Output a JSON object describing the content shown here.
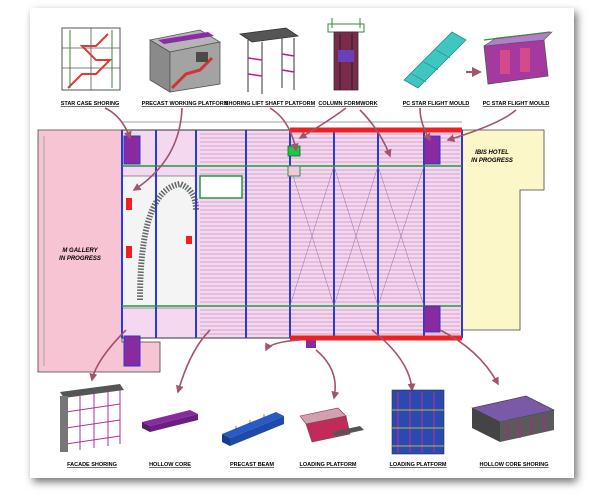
{
  "top_items": [
    {
      "label": "STAR CASE SHORING"
    },
    {
      "label": "PRECAST WORKING PLATFORM"
    },
    {
      "label": "SHORING LIFT SHAFT PLATFORM"
    },
    {
      "label": "COLUMN FORMWORK"
    },
    {
      "label": "PC STAR FLIGHT MOULD"
    },
    {
      "label": "PC STAR FLIGHT MOULD"
    }
  ],
  "bottom_items": [
    {
      "label": "FACADE SHORING"
    },
    {
      "label": "HOLLOW CORE"
    },
    {
      "label": "PRECAST BEAM"
    },
    {
      "label": "LOADING PLATFORM"
    },
    {
      "label": "LOADING PLATFORM"
    },
    {
      "label": "HOLLOW CORE SHORING"
    }
  ],
  "regions": {
    "left": {
      "line1": "M GALLERY",
      "line2": "IN PROGRESS"
    },
    "right": {
      "line1": "IBIS HOTEL",
      "line2": "IN PROGRESS"
    }
  },
  "colors": {
    "magenta": "#c2188f",
    "blue": "#2a3bd0",
    "red": "#ee2020",
    "green": "#1f9a3a",
    "pink_zone": "#f6c4d2",
    "yellow_zone": "#fbf7c8",
    "arrow": "#a3536a"
  }
}
